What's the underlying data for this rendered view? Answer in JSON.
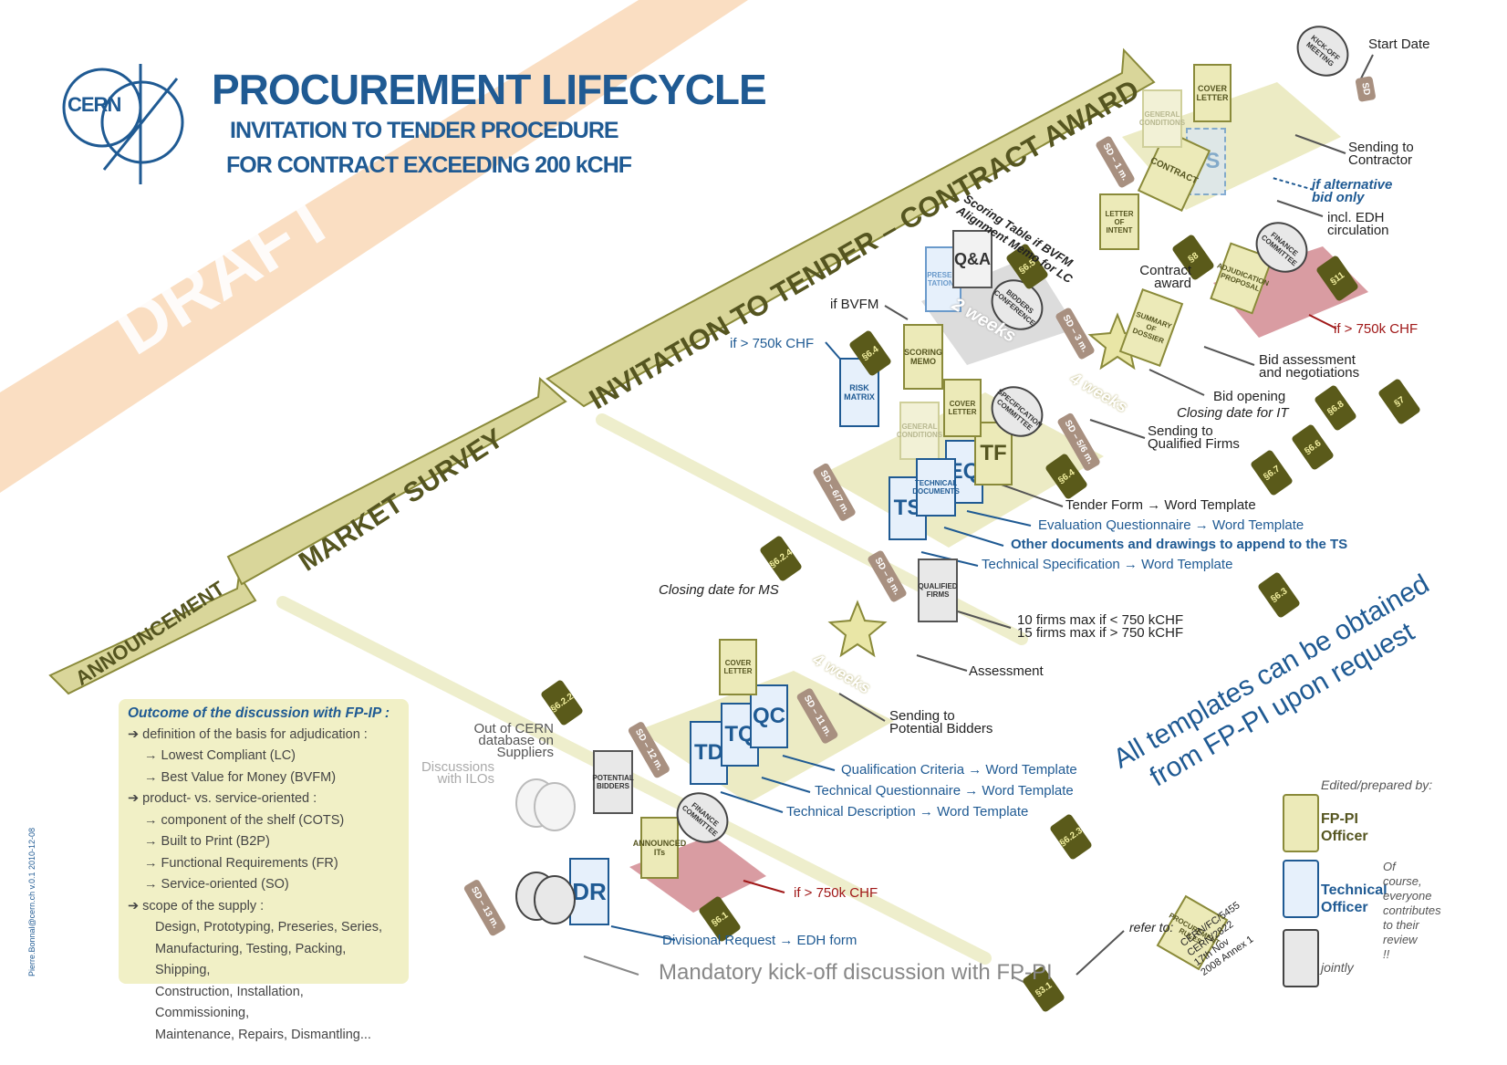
{
  "header": {
    "org": "CERN",
    "title": "PROCUREMENT LIFECYCLE",
    "subtitle1": "INVITATION TO TENDER PROCEDURE",
    "subtitle2": "FOR CONTRACT EXCEEDING 200 kCHF",
    "watermark": "DRAFT"
  },
  "stages": {
    "announcement": "ANNOUNCEMENT",
    "market_survey": "MARKET SURVEY",
    "itt": "INVITATION TO TENDER – CONTRACT AWARD"
  },
  "docs": {
    "dr": "DR",
    "td": "TD",
    "tq": "TQ",
    "qc": "QC",
    "ts": "TS",
    "eq": "EQ",
    "tf": "TF",
    "ts2": "TS",
    "cover_letter": "COVER LETTER",
    "contract": "CONTRACT",
    "letter_of_intent": "LETTER OF INTENT",
    "general_conditions": "GENERAL CONDITIONS",
    "technical_documents": "TECHNICAL DOCUMENTS",
    "risk_matrix": "RISK MATRIX",
    "scoring_memo": "SCORING MEMO",
    "presentations": "PRESEN-TATIONS",
    "qa": "Q&A",
    "bidders_conference": "BIDDERS CONFERENCE",
    "specification_committee": "SPECIFICATION COMMITTEE",
    "qualified_firms": "QUALIFIED FIRMS",
    "potential_bidders": "POTENTIAL BIDDERS",
    "announced_its": "ANNOUNCED ITs",
    "finance_committee": "FINANCE COMMITTEE",
    "adjudication_proposal": "ADJUDICATION PROPOSAL",
    "summary_of_dossier": "SUMMARY OF DOSSIER",
    "kickoff_meeting": "KICK-OFF MEETING",
    "procurement_rules": "PROCUREMENT RULES"
  },
  "sd_labels": [
    "SD – 13 m.",
    "SD – 12 m.",
    "SD – 11 m.",
    "SD – 8 m.",
    "SD – 6/7 m.",
    "SD – 5/6 m.",
    "SD – 3 m.",
    "SD – 1 m.",
    "SD"
  ],
  "section_tags": [
    "§3.1",
    "§6.1",
    "§6.2.2",
    "§6.2.3",
    "§6.2.4",
    "§6.3",
    "§6.4",
    "§6.4",
    "§6.5",
    "§6.6",
    "§6.7",
    "§6.8",
    "§7",
    "§8",
    "§11"
  ],
  "durations": {
    "two_weeks": "2 weeks",
    "four_weeks_a": "4 weeks",
    "four_weeks_b": "4 weeks"
  },
  "annotations": {
    "start_date": "Start Date",
    "sending_to_contractor": "Sending to Contractor",
    "if_alternative": "if alternative bid only",
    "incl_edh": "incl. EDH circulation",
    "scoring_table": "Scoring Table if BVFM Alignment Memo for LC",
    "contract_award": "Contract award",
    "if_750_top": "if > 750k CHF",
    "if_bvfm": "if BVFM",
    "if_750_left": "if > 750k CHF",
    "bid_assessment": "Bid assessment and negotiations",
    "bid_opening": "Bid opening",
    "closing_date_it": "Closing date for IT",
    "sending_qualified": "Sending to Qualified Firms",
    "tender_form": "Tender Form → Word Template",
    "evaluation_q": "Evaluation Questionnaire → Word Template",
    "other_docs": "Other documents and drawings to append to the TS",
    "tech_spec": "Technical Specification → Word Template",
    "closing_date_ms": "Closing date for MS",
    "ten_firms": "10 firms max if < 750 kCHF",
    "fifteen_firms": "15 firms max if > 750 kCHF",
    "assessment": "Assessment",
    "sending_potential": "Sending to Potential Bidders",
    "out_of_cern": "Out of CERN database on Suppliers",
    "discussions_ilos": "Discussions with ILOs",
    "qual_criteria": "Qualification Criteria → Word Template",
    "tech_questionnaire": "Technical Questionnaire → Word Template",
    "tech_description": "Technical Description → Word Template",
    "if_750_bottom": "if > 750k CHF",
    "divisional_request": "Divisional Request → EDH form",
    "mandatory_kickoff": "Mandatory kick-off discussion with FP-PI",
    "refer_to": "refer to:",
    "rules_ref": "CERN/FC/5455 CERN/2822 17th Nov 2008 Annex 1",
    "templates_note_1": "All templates can be obtained",
    "templates_note_2": "from FP-PI upon request"
  },
  "outcome": {
    "heading": "Outcome of the discussion with FP-IP :",
    "lines": [
      {
        "level": 1,
        "text": "➔ definition of the basis for adjudication :"
      },
      {
        "level": 2,
        "text": "→ Lowest Compliant (LC)"
      },
      {
        "level": 2,
        "text": "→ Best Value for Money (BVFM)"
      },
      {
        "level": 1,
        "text": "➔ product- vs. service-oriented :"
      },
      {
        "level": 2,
        "text": "→ component of the shelf (COTS)"
      },
      {
        "level": 2,
        "text": "→ Built to Print (B2P)"
      },
      {
        "level": 2,
        "text": "→ Functional Requirements (FR)"
      },
      {
        "level": 2,
        "text": "→ Service-oriented (SO)"
      },
      {
        "level": 1,
        "text": "➔ scope of the supply :"
      },
      {
        "level": 3,
        "text": "Design, Prototyping, Preseries, Series,"
      },
      {
        "level": 3,
        "text": "Manufacturing, Testing, Packing, Shipping,"
      },
      {
        "level": 3,
        "text": "Construction, Installation, Commissioning,"
      },
      {
        "level": 3,
        "text": "Maintenance, Repairs, Dismantling..."
      }
    ]
  },
  "legend": {
    "title": "Edited/prepared by:",
    "fp_pi": "FP-PI Officer",
    "technical": "Technical Officer",
    "jointly": "jointly",
    "note": "Of course, everyone contributes to their review !!"
  },
  "footer_vertical": "Pierre.Bonnal@cern.ch   v.0.1   2010-12-08",
  "colors": {
    "olive": "#e4e3a6",
    "olive_dark": "#5a5a1a",
    "blue": "#1f5a93",
    "red": "#a01818",
    "salmon": "#f6c9a4",
    "pink": "#d89a9a"
  }
}
